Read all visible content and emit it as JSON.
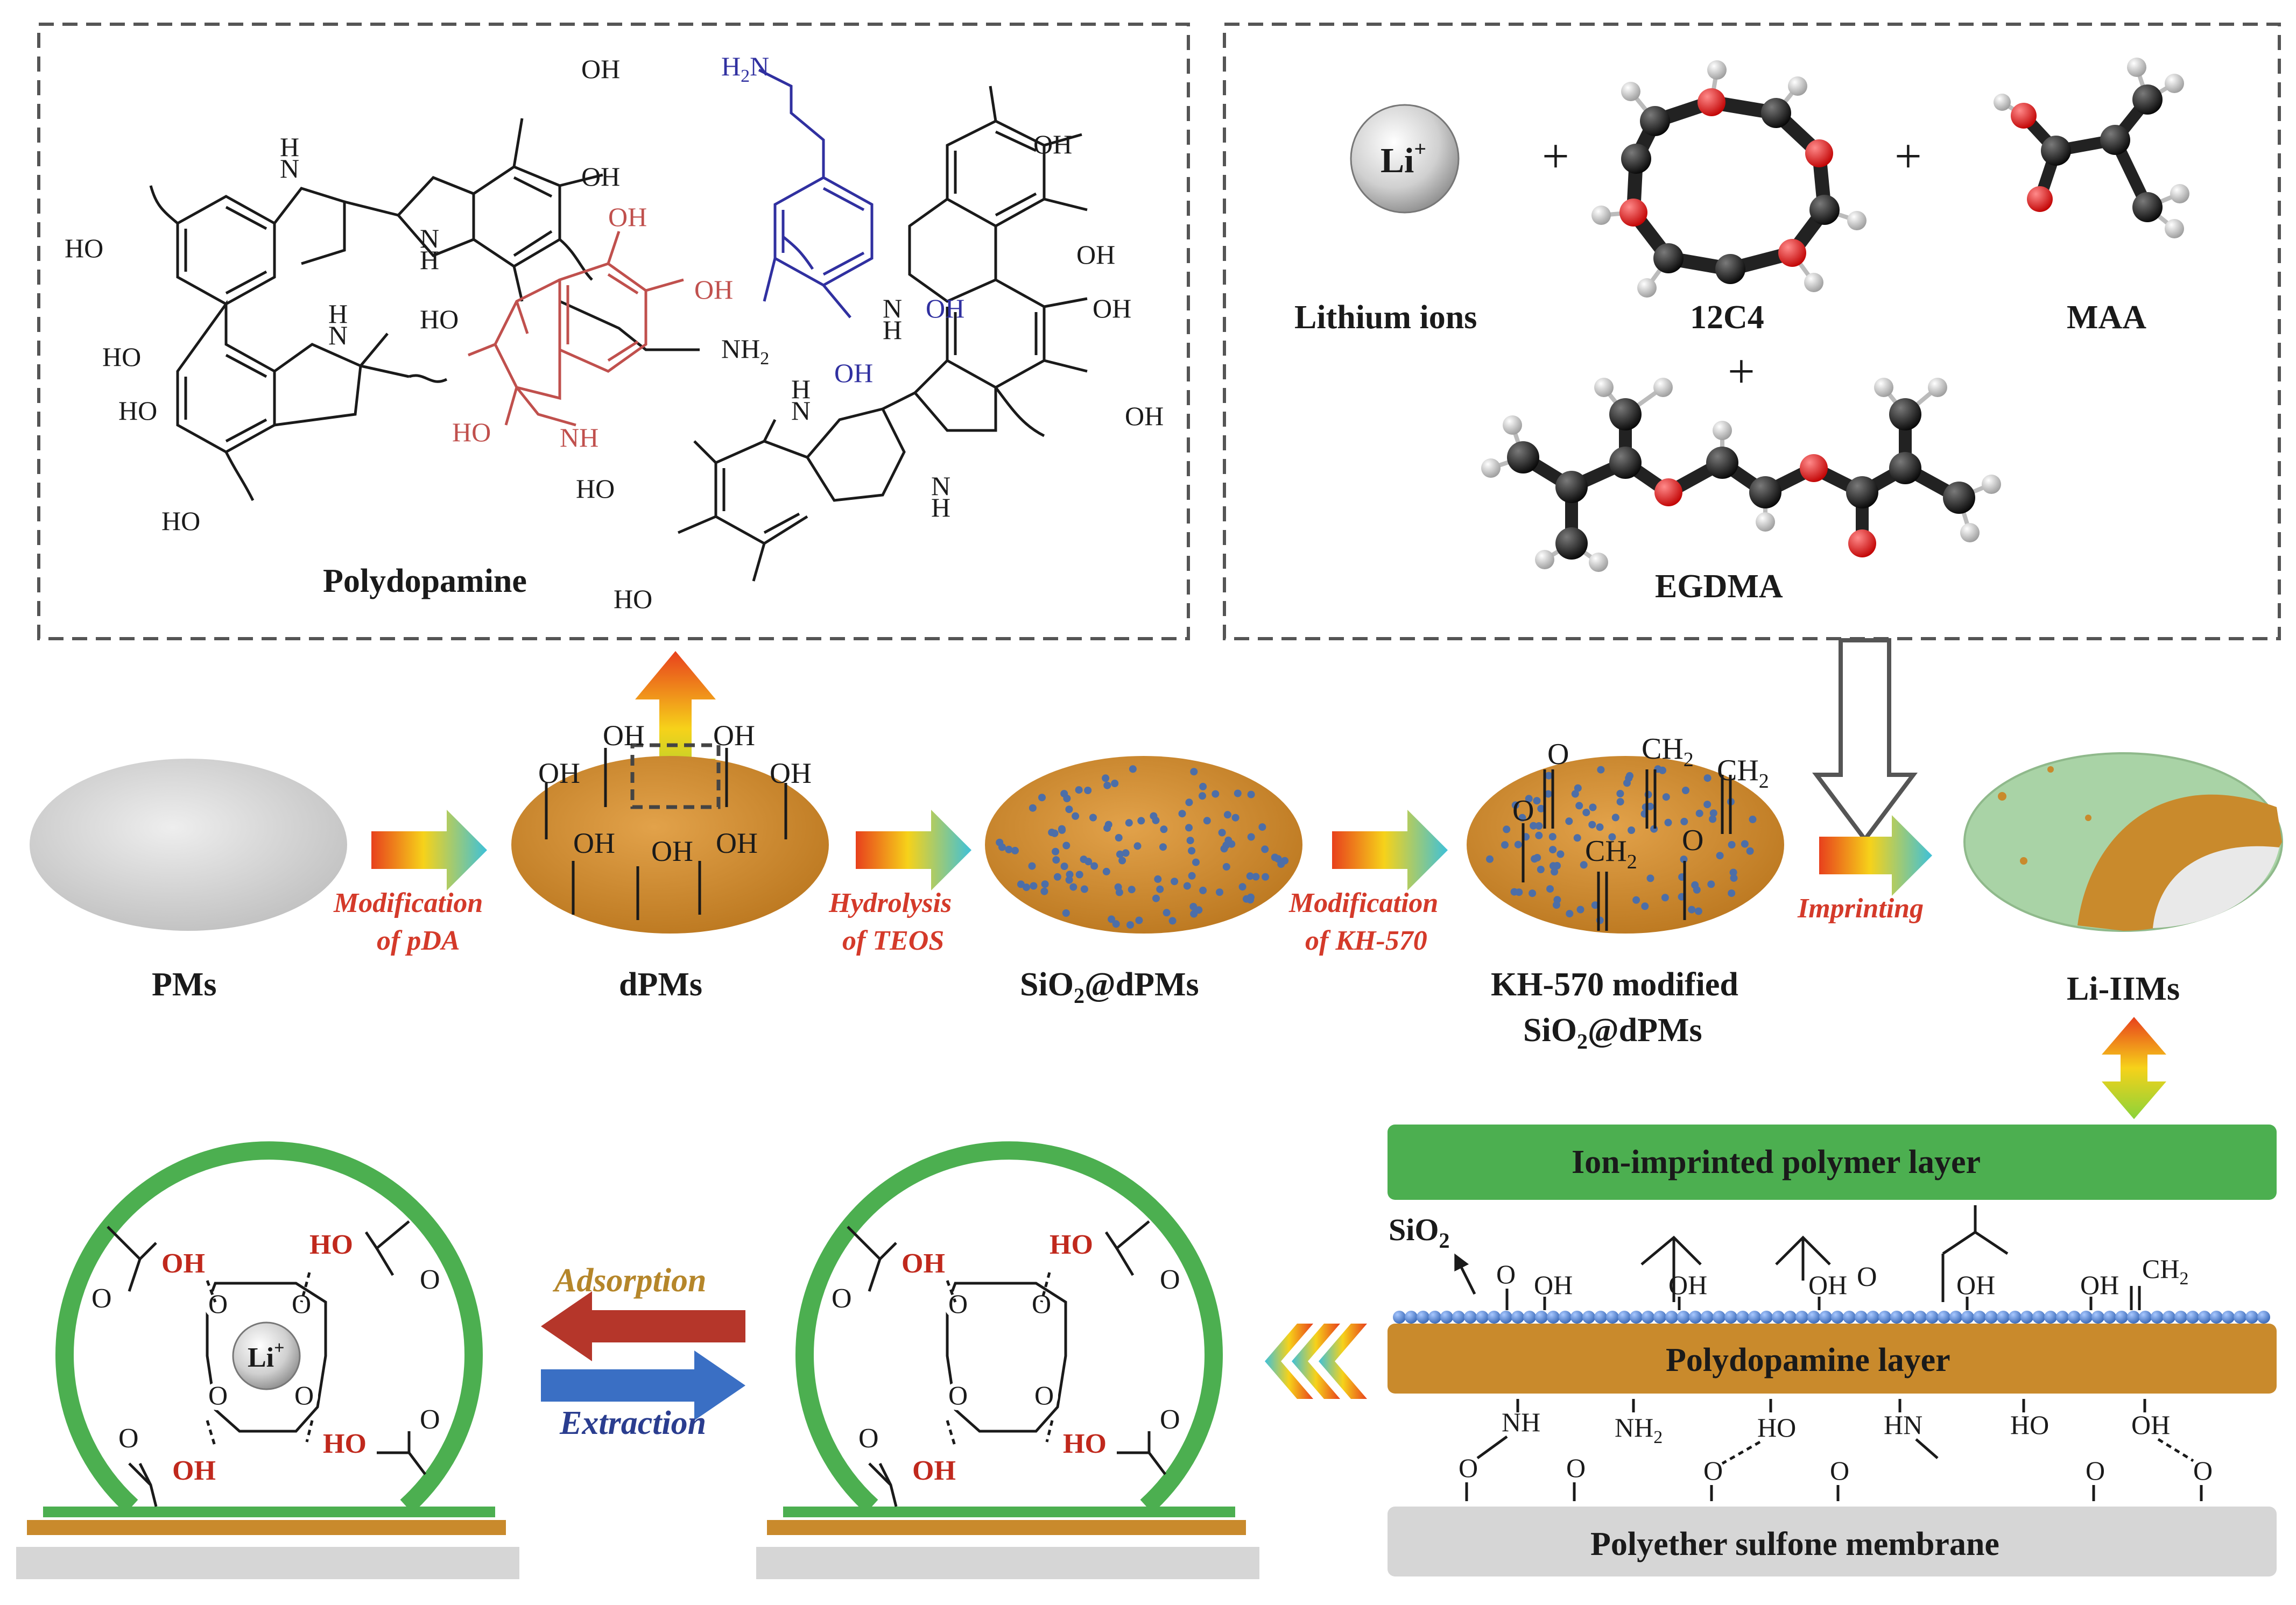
{
  "panel_polymer": {
    "title": "Polydopamine",
    "oh": "OH",
    "ho": "HO",
    "nh": "N",
    "h": "H",
    "nh_label": "NH",
    "nh2": "NH",
    "h2n": "H",
    "n_label": "N",
    "sub2": "2"
  },
  "panel_reagents": {
    "li_symbol": "Li",
    "li_charge": "+",
    "plus": "+",
    "li_label": "Lithium ions",
    "crown_label": "12C4",
    "maa_label": "MAA",
    "egdma_label": "EGDMA"
  },
  "process": {
    "pms": "PMs",
    "dpms": "dPMs",
    "sio2dpms_pre": "SiO",
    "sio2dpms_sub": "2",
    "sio2dpms_post": "@dPMs",
    "kh570_line1": "KH-570 modified",
    "kh570_line2_pre": "SiO",
    "kh570_line2_sub": "2",
    "kh570_line2_post": "@dPMs",
    "li_iims": "Li-IIMs",
    "step1_a": "Modification",
    "step1_b": "of pDA",
    "step2_a": "Hydrolysis",
    "step2_b": "of TEOS",
    "step3_a": "Modification",
    "step3_b": "of KH-570",
    "step4": "Imprinting",
    "oh": "OH",
    "o": "O",
    "ch2": "CH",
    "sub2": "2"
  },
  "layers": {
    "iip": "Ion-imprinted polymer layer",
    "pda": "Polydopamine layer",
    "pes": "Polyether sulfone membrane",
    "sio2_pre": "SiO",
    "sio2_sub": "2",
    "oh": "OH",
    "ho": "HO",
    "nh": "NH",
    "nh2": "NH",
    "hn": "HN",
    "o": "O",
    "ch2": "CH",
    "sub2": "2"
  },
  "cavities": {
    "adsorption": "Adsorption",
    "extraction": "Extraction",
    "oh": "OH",
    "ho": "HO",
    "o": "O",
    "li": "Li",
    "li_charge": "+"
  },
  "colors": {
    "black": "#1a1a1a",
    "red_structure": "#c0504d",
    "blue_structure": "#3030a0",
    "orange_membrane": "#c98a2c",
    "green_layer": "#4caf50",
    "grey_membrane": "#d6d6d6",
    "step_label": "#d43a2a",
    "adsorption_text": "#b5862a",
    "extraction_text": "#2a3d8f"
  }
}
